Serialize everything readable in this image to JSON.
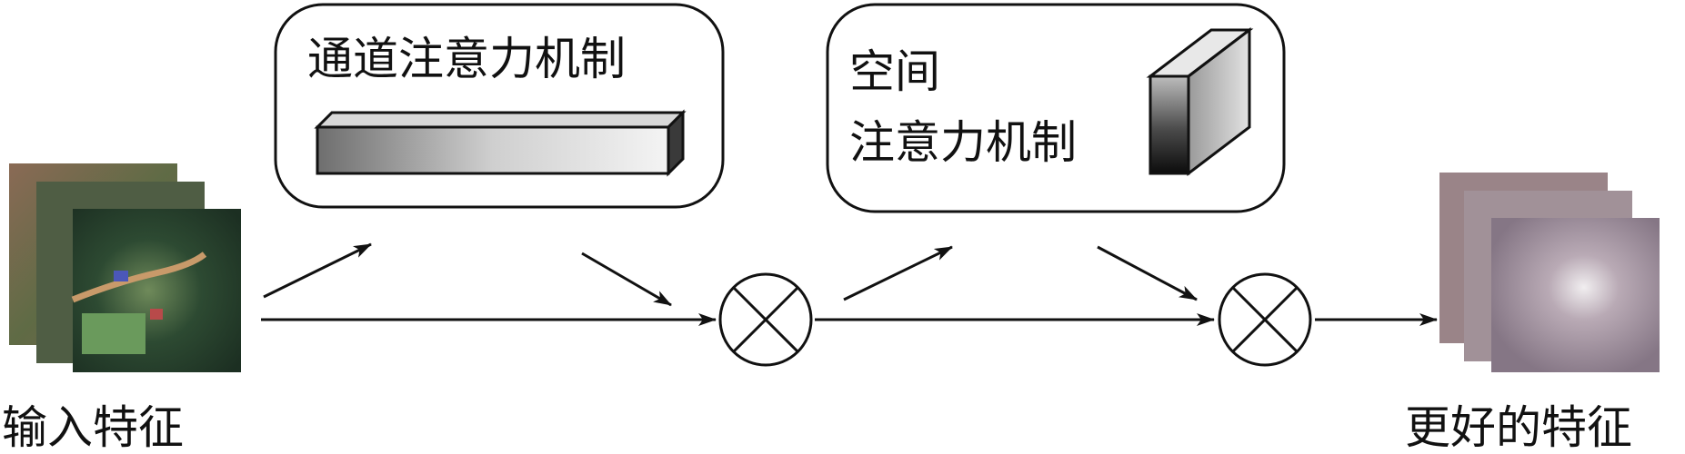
{
  "input": {
    "label": "输入特征"
  },
  "channel_attention": {
    "label": "通道注意力机制"
  },
  "spatial_attention": {
    "label_line1": "空间",
    "label_line2": "注意力机制"
  },
  "output": {
    "label": "更好的特征"
  }
}
